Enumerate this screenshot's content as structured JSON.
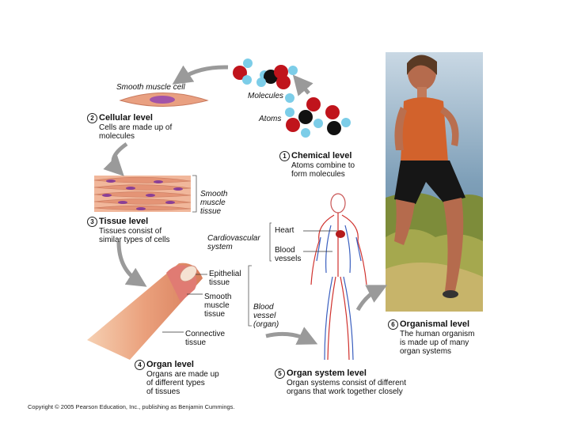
{
  "molecules_label": "Molecules",
  "atoms_label": "Atoms",
  "smooth_muscle_cell_label": "Smooth muscle cell",
  "levels": {
    "chemical": {
      "num": "1",
      "title": "Chemical level",
      "desc_1": "Atoms combine to",
      "desc_2": "form molecules"
    },
    "cellular": {
      "num": "2",
      "title": "Cellular level",
      "desc_1": "Cells are made up of",
      "desc_2": "molecules"
    },
    "tissue": {
      "num": "3",
      "title": "Tissue level",
      "desc_1": "Tissues consist of",
      "desc_2": "similar types of cells"
    },
    "organ": {
      "num": "4",
      "title": "Organ level",
      "desc_1": "Organs are made up",
      "desc_2": "of different types",
      "desc_3": "of tissues"
    },
    "organ_system": {
      "num": "5",
      "title": "Organ system level",
      "desc_1": "Organ systems consist of different",
      "desc_2": "organs that work together closely"
    },
    "organismal": {
      "num": "6",
      "title": "Organismal level",
      "desc_1": "The human organism",
      "desc_2": "is made up of many",
      "desc_3": "organ systems"
    }
  },
  "tissue_labels": {
    "smooth_1": "Smooth",
    "smooth_2": "muscle",
    "smooth_3": "tissue"
  },
  "organ_labels": {
    "epithelial_1": "Epithelial",
    "epithelial_2": "tissue",
    "smooth_1": "Smooth",
    "smooth_2": "muscle",
    "smooth_3": "tissue",
    "connective_1": "Connective",
    "connective_2": "tissue",
    "blood_vessel_1": "Blood",
    "blood_vessel_2": "vessel",
    "blood_vessel_3": "(organ)"
  },
  "system_labels": {
    "cardio_1": "Cardiovascular",
    "cardio_2": "system",
    "heart": "Heart",
    "blood_1": "Blood",
    "blood_2": "vessels"
  },
  "copyright": "Copyright © 2005 Pearson Education, Inc., publishing as Benjamin Cummings.",
  "colors": {
    "red_atom": "#c0141c",
    "black_atom": "#111111",
    "blue_atom": "#7ccde8",
    "arrow": "#9a9a9a",
    "muscle": "#e8a27d",
    "photo_sky": "#a9c4d8",
    "grass": "#8a9a3a"
  }
}
